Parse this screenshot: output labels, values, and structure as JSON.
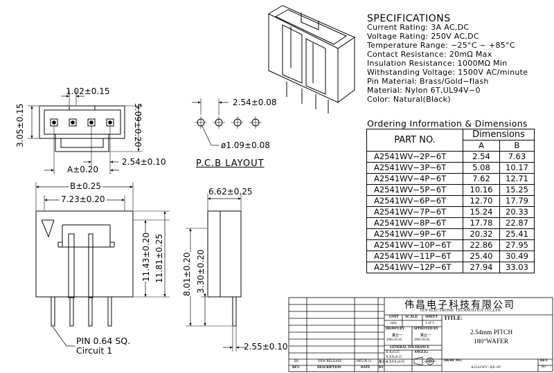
{
  "specifications": {
    "title": "SPECIFICATIONS",
    "lines": [
      "Current Rating: 3A AC,DC",
      "Voltage Rating: 250V AC,DC",
      "Temperature Range: −25°C ~ +85°C",
      "Contact Resistance: 20mΩ Max",
      "Insulation Resistance: 1000MΩ Min",
      "Withstanding Voltage: 1500V AC/minute",
      "Pin Material: Brass/Gold−flash",
      "Material: Nylon 6T,UL94V−0",
      "Color: Natural(Black)"
    ]
  },
  "ordering": {
    "title": "Ordering Information & Dimensions",
    "col_part": "PART NO.",
    "col_dims": "Dimensions",
    "col_a": "A",
    "col_b": "B",
    "rows": [
      {
        "part": "A2541WV−2P−6T",
        "a": "2.54",
        "b": "7.63"
      },
      {
        "part": "A2541WV−3P−6T",
        "a": "5.08",
        "b": "10.17"
      },
      {
        "part": "A2541WV−4P−6T",
        "a": "7.62",
        "b": "12.71"
      },
      {
        "part": "A2541WV−5P−6T",
        "a": "10.16",
        "b": "15.25"
      },
      {
        "part": "A2541WV−6P−6T",
        "a": "12.70",
        "b": "17.79"
      },
      {
        "part": "A2541WV−7P−6T",
        "a": "15.24",
        "b": "20.33"
      },
      {
        "part": "A2541WV−8P−6T",
        "a": "17.78",
        "b": "22.87"
      },
      {
        "part": "A2541WV−9P−6T",
        "a": "20.32",
        "b": "25.41"
      },
      {
        "part": "A2541WV−10P−6T",
        "a": "22.86",
        "b": "27.95"
      },
      {
        "part": "A2541WV−11P−6T",
        "a": "25.40",
        "b": "30.49"
      },
      {
        "part": "A2541WV−12P−6T",
        "a": "27.94",
        "b": "33.03"
      }
    ]
  },
  "dimensions": {
    "top_pitch": "1.02±0.15",
    "top_height_left": "3.05±0.15",
    "top_height_right": "5.09±0.20",
    "top_a": "A±0.20",
    "top_pin_pitch": "2.54±0.10",
    "pcb_pitch": "2.54±0.08",
    "pcb_hole": "ø1.09±0.08",
    "pcb_label": "P.C.B LAYOUT",
    "front_b": "B±0.25",
    "front_inner": "7.23±0.20",
    "front_h1": "11.43±0.20",
    "front_h2": "11.81±0.25",
    "side_width": "6.62±0.25",
    "side_h1": "8.01±0.20",
    "side_h2": "3.30±0.20",
    "side_pin": "2.55±0.10",
    "pin_note": "PIN 0.64 SQ.",
    "circuit_note": "Circuit 1"
  },
  "title_block": {
    "company_cn": "伟昌电子科技有限公司",
    "company_en": "TEN ELECTRONIC TECHNOLOGY CO.,LTD",
    "unit_label": "UNIT",
    "unit_value": "mm",
    "scale_label": "SCALE",
    "sheet_label": "SHEET",
    "sheet_value": "1 of 1",
    "title_label": "TITLE:",
    "title_line1": "2.54mm PITCH",
    "title_line2": "180°WAFER",
    "drawn_by": "DRAWN BY",
    "drawn_name": "董业一",
    "drawn_date": "2005.05.05",
    "approved_by": "APPROVED BY",
    "approved_name": "董业一",
    "approved_date": "2005.05.05",
    "tolerance_label": "GENERAL TOLERANCE",
    "tol1": "X.X±0.25",
    "tol2": "X.XX±0.15",
    "tol3": "X.XXX±0.05",
    "angle_label": "ANGLE±",
    "draw_no_label": "DRAW NO.:",
    "draw_no": "A2541WV−XP−6T",
    "rev_label": "REV.",
    "rev_value": "B0",
    "rev_row_rev": "B0",
    "rev_row_desc": "NEW RELEASE",
    "rev_row_date": "2005.09.14",
    "rev_row_by": "董业一",
    "footer_rev": "REV.",
    "footer_desc": "DESCRIPTION",
    "footer_date": "DATE",
    "footer_by": "BY"
  }
}
